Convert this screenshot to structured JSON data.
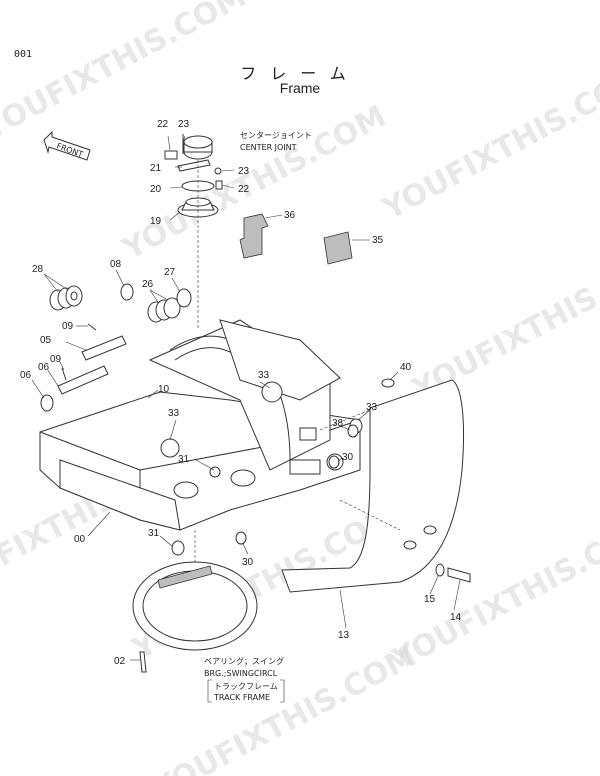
{
  "page_number": "001",
  "title_jp": "フレーム",
  "title_en": "Frame",
  "front_marker": "FRONT",
  "center_joint": {
    "jp": "センタージョイント",
    "en": "CENTER JOINT"
  },
  "bearing": {
    "jp": "ベアリング；スイング",
    "en": "BRG.;SWINGCIRCL"
  },
  "track_frame": {
    "jp": "トラックフレーム",
    "en": "TRACK FRAME"
  },
  "watermark": "YOUFIXTHIS.COM",
  "callouts": [
    {
      "id": "c22a",
      "text": "22"
    },
    {
      "id": "c23a",
      "text": "23"
    },
    {
      "id": "c21",
      "text": "21"
    },
    {
      "id": "c23b",
      "text": "23"
    },
    {
      "id": "c20",
      "text": "20"
    },
    {
      "id": "c22b",
      "text": "22"
    },
    {
      "id": "c19",
      "text": "19"
    },
    {
      "id": "c36",
      "text": "36"
    },
    {
      "id": "c35",
      "text": "35"
    },
    {
      "id": "c28",
      "text": "28"
    },
    {
      "id": "c08",
      "text": "08"
    },
    {
      "id": "c27",
      "text": "27"
    },
    {
      "id": "c26",
      "text": "26"
    },
    {
      "id": "c09a",
      "text": "09"
    },
    {
      "id": "c05",
      "text": "05"
    },
    {
      "id": "c09b",
      "text": "09"
    },
    {
      "id": "c06a",
      "text": "06"
    },
    {
      "id": "c06b",
      "text": "06"
    },
    {
      "id": "c10",
      "text": "10"
    },
    {
      "id": "c33a",
      "text": "33"
    },
    {
      "id": "c33b",
      "text": "33"
    },
    {
      "id": "c40",
      "text": "40"
    },
    {
      "id": "c33c",
      "text": "33"
    },
    {
      "id": "c38",
      "text": "38"
    },
    {
      "id": "c31a",
      "text": "31"
    },
    {
      "id": "c30a",
      "text": "30"
    },
    {
      "id": "c00",
      "text": "00"
    },
    {
      "id": "c31b",
      "text": "31"
    },
    {
      "id": "c30b",
      "text": "30"
    },
    {
      "id": "c15",
      "text": "15"
    },
    {
      "id": "c14",
      "text": "14"
    },
    {
      "id": "c13",
      "text": "13"
    },
    {
      "id": "c02",
      "text": "02"
    }
  ]
}
